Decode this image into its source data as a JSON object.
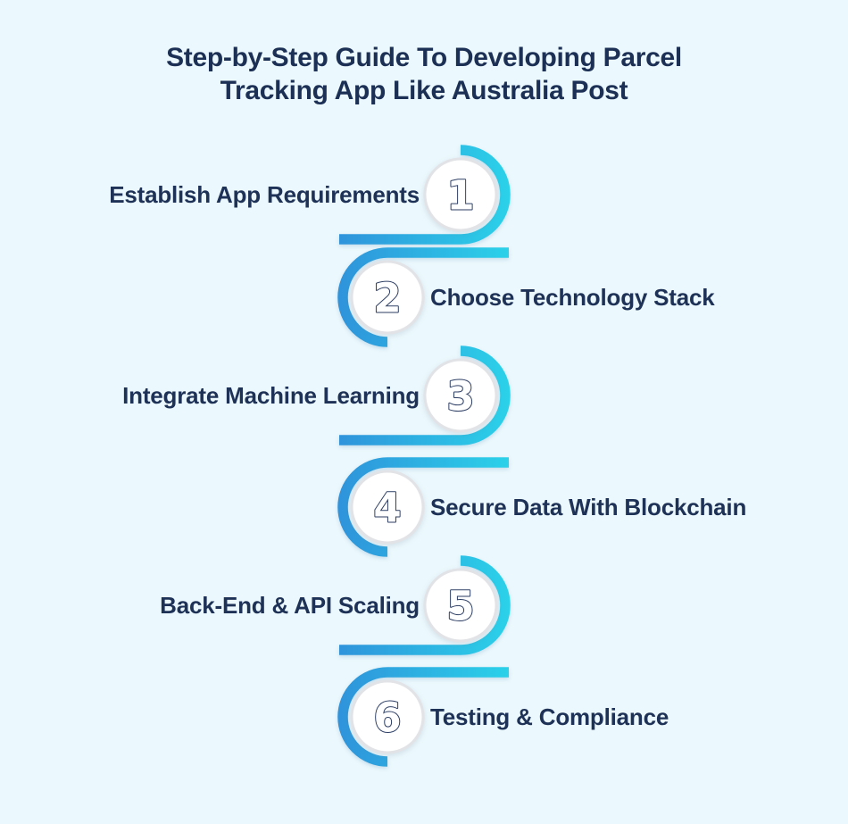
{
  "title": "Step-by-Step Guide To Developing Parcel Tracking App Like Australia Post",
  "steps": [
    {
      "number": "1",
      "label": "Establish App Requirements",
      "side": "right"
    },
    {
      "number": "2",
      "label": "Choose Technology Stack",
      "side": "left"
    },
    {
      "number": "3",
      "label": "Integrate Machine Learning",
      "side": "right"
    },
    {
      "number": "4",
      "label": "Secure Data With Blockchain",
      "side": "left"
    },
    {
      "number": "5",
      "label": "Back-End & API Scaling",
      "side": "right"
    },
    {
      "number": "6",
      "label": "Testing & Compliance",
      "side": "left"
    }
  ],
  "colors": {
    "background": "#ebf8fd",
    "title_text": "#1c3055",
    "label_text": "#1e3156",
    "number_fill": "#ffffff",
    "number_outline": "#2b3c63",
    "circle_fill": "#ffffff",
    "circle_border": "#e2e3e6",
    "arc_gradient_start": "#2f93db",
    "arc_gradient_end": "#2bd2e9"
  }
}
